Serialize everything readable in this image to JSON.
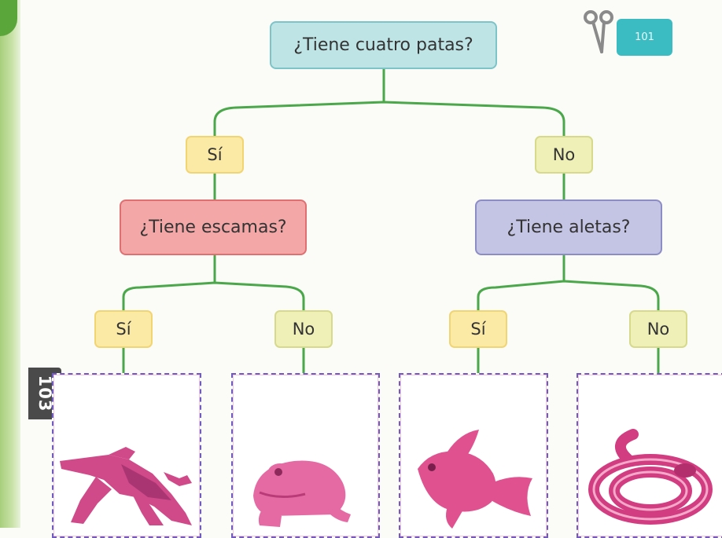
{
  "page_number": "103",
  "cutout_badge": "101",
  "tree": {
    "root_question": "¿Tiene cuatro patas?",
    "yes_branch": {
      "label": "Sí",
      "question": "¿Tiene escamas?",
      "yes_label": "Sí",
      "no_label": "No",
      "yes_animal_icon": "crocodile-image",
      "no_animal_icon": "frog-image"
    },
    "no_branch": {
      "label": "No",
      "question": "¿Tiene aletas?",
      "yes_label": "Sí",
      "no_label": "No",
      "yes_animal_icon": "fish-image",
      "no_animal_icon": "snake-image"
    }
  },
  "colors": {
    "root_fill": "#bfe4e5",
    "scales_fill": "#f4a7a7",
    "fins_fill": "#c4c4e4",
    "yes_fill": "#fbeaa6",
    "no_fill": "#eef0b8",
    "connector": "#4aa84a",
    "animal_tint": "#d04a8a"
  }
}
